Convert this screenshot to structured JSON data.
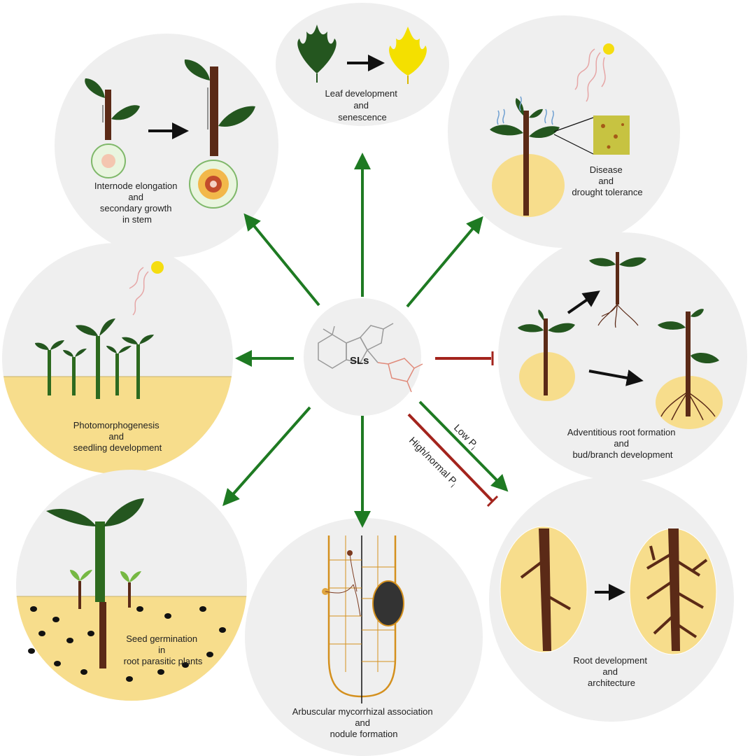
{
  "center": {
    "label": "SLs"
  },
  "panels": {
    "leaf": {
      "lines": [
        "Leaf development",
        "and",
        "senescence"
      ]
    },
    "internode": {
      "lines": [
        "Internode elongation",
        "and",
        "secondary growth",
        "in stem"
      ]
    },
    "disease": {
      "lines": [
        "Disease",
        "and",
        "drought tolerance"
      ]
    },
    "photo": {
      "lines": [
        "Photomorphogenesis",
        "and",
        "seedling development"
      ]
    },
    "adventitious": {
      "lines": [
        "Adventitious root formation",
        "and",
        "bud/branch development"
      ]
    },
    "seed": {
      "lines": [
        "Seed germination",
        "in",
        "root parasitic plants"
      ]
    },
    "amf": {
      "lines": [
        "Arbuscular mycorrhizal association",
        "and",
        "nodule formation"
      ]
    },
    "root": {
      "lines": [
        "Root development",
        "and",
        "architecture"
      ]
    }
  },
  "arrow_labels": {
    "low_pi": "Low P",
    "high_pi": "High/normal P",
    "subscript": "i"
  },
  "colors": {
    "promote": "#1e7a22",
    "inhibit": "#a3241d",
    "panel_bg": "#efefef",
    "soil": "#f7dd8c",
    "leaf": "#24561f",
    "stem": "#5b2a17"
  }
}
